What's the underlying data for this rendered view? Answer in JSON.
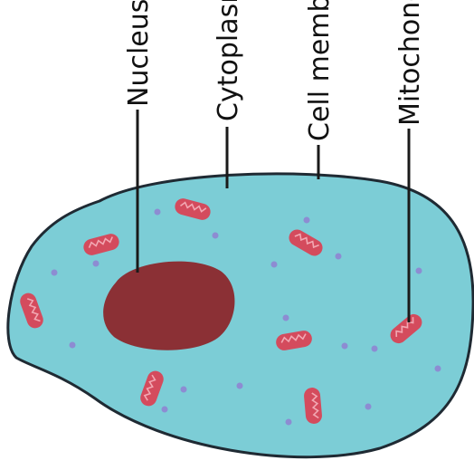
{
  "labels": {
    "nucleus": "Nucleus",
    "cytoplasm": "Cytoplasm",
    "cell_membrane": "Cell membra",
    "mitochondria": "Mitochondri"
  },
  "colors": {
    "cytoplasm_fill": "#7ccdd6",
    "membrane_stroke": "#1f2a33",
    "nucleus_fill": "#8b3035",
    "mitochondria_fill": "#d44b5d",
    "mitochondria_inner": "#f2a8b3",
    "granule_fill": "#8d8cd2"
  }
}
